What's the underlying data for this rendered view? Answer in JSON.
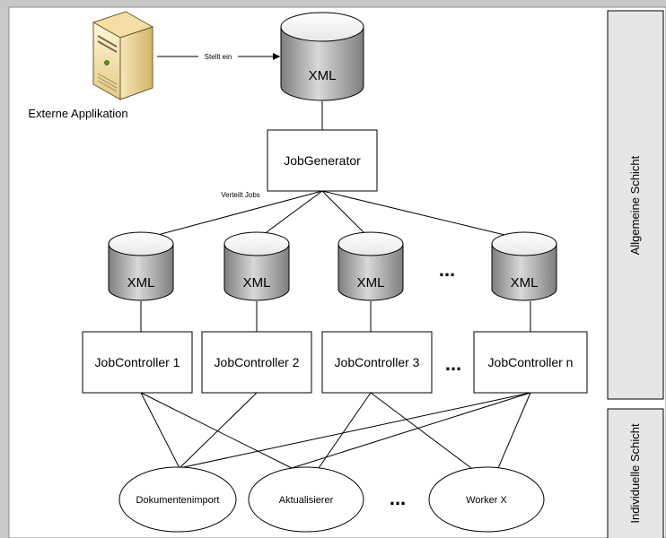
{
  "external_app": {
    "label": "Externe Applikation",
    "icon": "server-icon"
  },
  "edges": {
    "stellt_ein": "Stellt ein",
    "verteilt_jobs": "Verteilt Jobs"
  },
  "top_db": {
    "label": "XML"
  },
  "generator": {
    "label": "JobGenerator"
  },
  "controller_dbs": [
    {
      "label": "XML"
    },
    {
      "label": "XML"
    },
    {
      "label": "XML"
    },
    {
      "label": "XML"
    }
  ],
  "controllers": [
    {
      "label": "JobController 1"
    },
    {
      "label": "JobController 2"
    },
    {
      "label": "JobController 3"
    },
    {
      "label": "JobController n"
    }
  ],
  "workers": [
    {
      "label": "Dokumentenimport"
    },
    {
      "label": "Aktualisierer"
    },
    {
      "label": "Worker X"
    }
  ],
  "ellipsis": "...",
  "layers": {
    "general": "Allgemeine Schicht",
    "individual": "Individuelle Schicht"
  },
  "colors": {
    "cylinder_top": "#ffffff",
    "cylinder_side": "#b8b8b8",
    "cylinder_shadow": "#8f8f8f",
    "stroke": "#000000",
    "layer_fill": "#e6e6e6"
  }
}
